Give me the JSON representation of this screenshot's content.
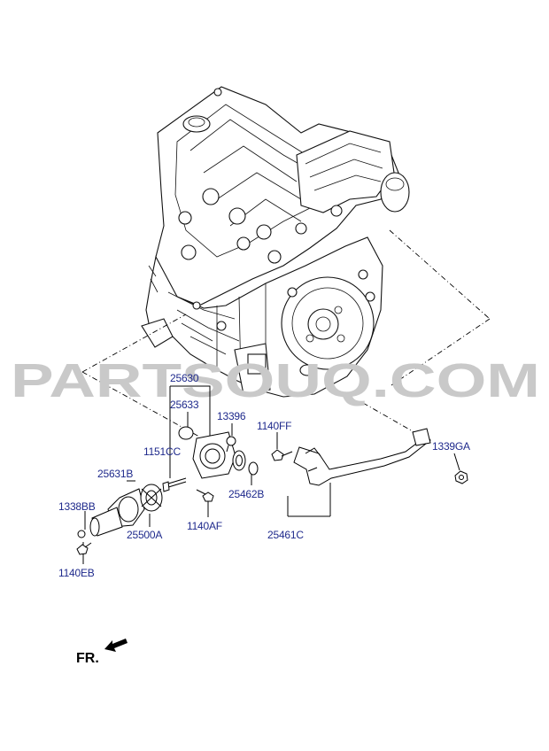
{
  "watermark": "PARTSOUQ.COM",
  "direction_label": "FR.",
  "labels": {
    "l25630": "25630",
    "l25633": "25633",
    "l13396": "13396",
    "l1140FF": "1140FF",
    "l1151CC": "1151CC",
    "l1339GA": "1339GA",
    "l25631B": "25631B",
    "l25462B": "25462B",
    "l1338BB": "1338BB",
    "l1140AF": "1140AF",
    "l25500A": "25500A",
    "l25461C": "25461C",
    "l1140EB": "1140EB"
  },
  "colors": {
    "label_text": "#1f2a8c",
    "watermark": "#c9c9c9",
    "line_art": "#000000"
  }
}
